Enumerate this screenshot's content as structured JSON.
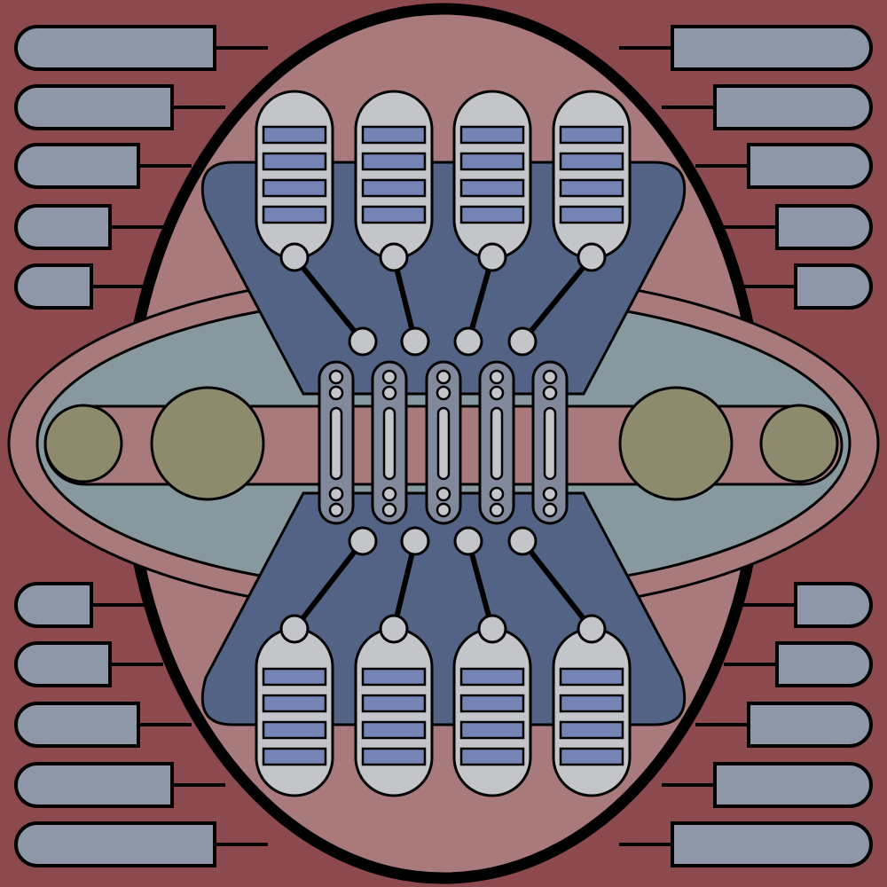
{
  "colors": {
    "background": "#8d4a4e",
    "outer_disc": "#a97a7c",
    "outline": "#000000",
    "blue_panel": "#536385",
    "teal_lens": "#87999f",
    "olive_orb": "#8d8a6e",
    "side_tab": "#8e97a8",
    "pod": "#c3c5c9",
    "pod_slot": "#7485b5",
    "capsule": "#808a9c",
    "node": "#c3c5c9"
  },
  "side_tabs_per_corner": 5,
  "pods_per_row": 4,
  "pod_slots_per_pod": 4,
  "capsule_count": 5,
  "orbs_per_side": 2
}
